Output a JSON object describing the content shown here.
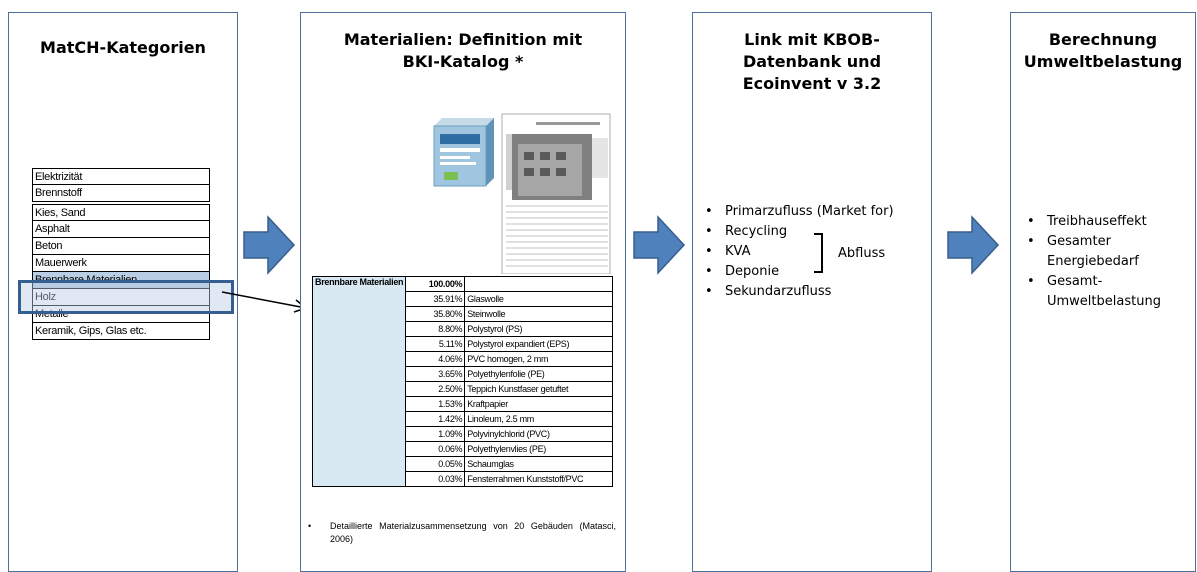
{
  "panels": {
    "match": {
      "title": "MatCH-Kategorien"
    },
    "materials": {
      "title_line1": "Materialien: Definition mit",
      "title_line2": "BKI-Katalog *"
    },
    "link": {
      "title_line1": "Link mit KBOB-",
      "title_line2": "Datenbank und",
      "title_line3": "Ecoinvent v 3.2"
    },
    "impact": {
      "title_line1": "Berechnung",
      "title_line2": "Umweltbelastung"
    }
  },
  "categories": [
    "Elektrizität",
    "Brennstoff",
    "Kies, Sand",
    "Asphalt",
    "Beton",
    "Mauerwerk",
    "Brennbare Materialien",
    "Holz",
    "Metalle",
    "Keramik, Gips, Glas etc."
  ],
  "materials_table": {
    "label": "Brennbare Materialien",
    "total": "100.00%",
    "rows": [
      {
        "pct": "35.91%",
        "name": "Glaswolle"
      },
      {
        "pct": "35.80%",
        "name": "Steinwolle"
      },
      {
        "pct": "8.80%",
        "name": "Polystyrol (PS)"
      },
      {
        "pct": "5.11%",
        "name": "Polystyrol expandiert (EPS)"
      },
      {
        "pct": "4.06%",
        "name": "PVC homogen, 2 mm"
      },
      {
        "pct": "3.65%",
        "name": "Polyethylenfolie (PE)"
      },
      {
        "pct": "2.50%",
        "name": "Teppich Kunstfaser getuftet"
      },
      {
        "pct": "1.53%",
        "name": "Kraftpapier"
      },
      {
        "pct": "1.42%",
        "name": "Linoleum, 2.5 mm"
      },
      {
        "pct": "1.09%",
        "name": "Polyvinylchlorid (PVC)"
      },
      {
        "pct": "0.06%",
        "name": "Polyethylenvlies (PE)"
      },
      {
        "pct": "0.05%",
        "name": "Schaumglas"
      },
      {
        "pct": "0.03%",
        "name": "Fensterrahmen Kunststoff/PVC"
      }
    ]
  },
  "catalog_note": "Detaillierte Materialzusammensetzung von 20 Gebäuden (Matasci, 2006)",
  "link_items": [
    "Primarzufluss (Market for)",
    "Recycling",
    "KVA",
    "Deponie",
    "Sekundarzufluss"
  ],
  "abfluss_label": "Abfluss",
  "impact_items": [
    "Treibhauseffekt",
    "Gesamter Energiebedarf",
    "Gesamt-Umweltbelastung"
  ],
  "colors": {
    "arrow": "#4f81bd",
    "arrow_border": "#385d8a",
    "panel_border": "#4f6f9a",
    "highlight": "#b9cde4"
  }
}
